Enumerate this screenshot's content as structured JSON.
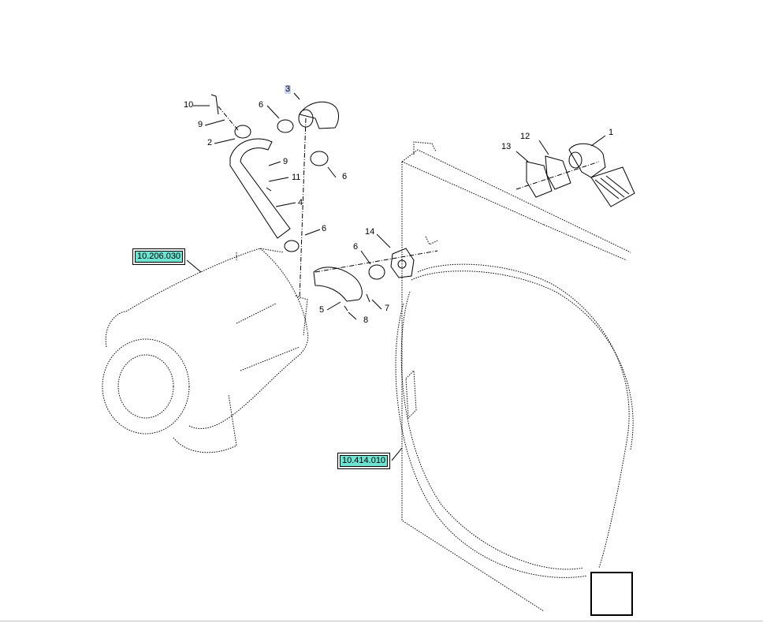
{
  "callouts": [
    {
      "id": "c1",
      "text": "1"
    },
    {
      "id": "c2",
      "text": "2"
    },
    {
      "id": "c3",
      "text": "3"
    },
    {
      "id": "c4",
      "text": "4"
    },
    {
      "id": "c5",
      "text": "5"
    },
    {
      "id": "c6a",
      "text": "6"
    },
    {
      "id": "c6b",
      "text": "6"
    },
    {
      "id": "c6c",
      "text": "6"
    },
    {
      "id": "c6d",
      "text": "6"
    },
    {
      "id": "c7",
      "text": "7"
    },
    {
      "id": "c8",
      "text": "8"
    },
    {
      "id": "c9a",
      "text": "9"
    },
    {
      "id": "c9b",
      "text": "9"
    },
    {
      "id": "c10",
      "text": "10"
    },
    {
      "id": "c11",
      "text": "11"
    },
    {
      "id": "c12",
      "text": "12"
    },
    {
      "id": "c13",
      "text": "13"
    },
    {
      "id": "c14",
      "text": "14"
    }
  ],
  "references": {
    "air_cleaner": "10.206.030",
    "radiator": "10.414.010"
  },
  "nav": {
    "icon": "return-arrow-icon"
  },
  "colors": {
    "link_bg": "#6fe3d2",
    "highlight": "#c8d4f0",
    "line": "#000000"
  }
}
